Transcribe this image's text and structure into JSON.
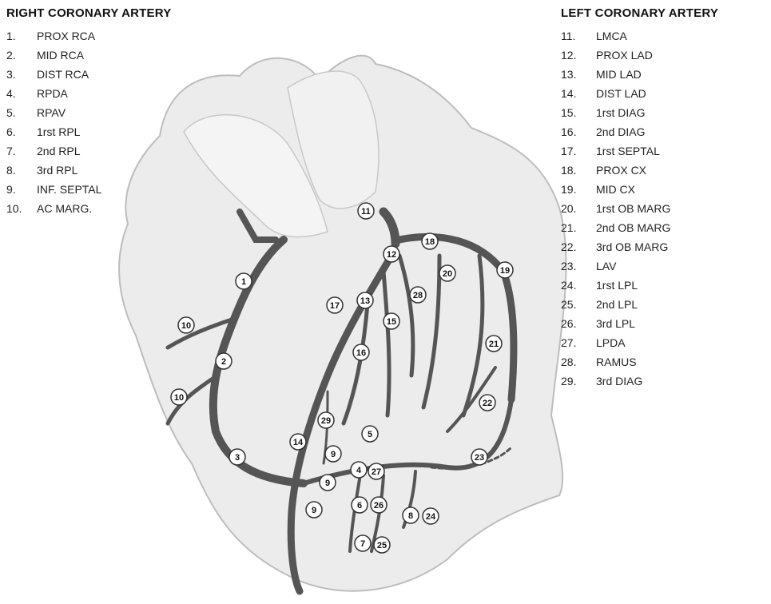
{
  "right_coronary": {
    "title": "RIGHT CORONARY ARTERY",
    "items": [
      {
        "num": "1.",
        "label": "PROX RCA"
      },
      {
        "num": "2.",
        "label": "MID RCA"
      },
      {
        "num": "3.",
        "label": "DIST RCA"
      },
      {
        "num": "4.",
        "label": "RPDA"
      },
      {
        "num": "5.",
        "label": "RPAV"
      },
      {
        "num": "6.",
        "label": "1rst RPL"
      },
      {
        "num": "7.",
        "label": "2nd RPL"
      },
      {
        "num": "8.",
        "label": "3rd RPL"
      },
      {
        "num": "9.",
        "label": "INF. SEPTAL"
      },
      {
        "num": "10.",
        "label": "AC MARG."
      }
    ]
  },
  "left_coronary": {
    "title": "LEFT CORONARY ARTERY",
    "items": [
      {
        "num": "11.",
        "label": "LMCA"
      },
      {
        "num": "12.",
        "label": "PROX LAD"
      },
      {
        "num": "13.",
        "label": "MID LAD"
      },
      {
        "num": "14.",
        "label": "DIST LAD"
      },
      {
        "num": "15.",
        "label": "1rst DIAG"
      },
      {
        "num": "16.",
        "label": "2nd DIAG"
      },
      {
        "num": "17.",
        "label": "1rst SEPTAL"
      },
      {
        "num": "18.",
        "label": "PROX CX"
      },
      {
        "num": "19.",
        "label": "MID CX"
      },
      {
        "num": "20.",
        "label": "1rst OB MARG"
      },
      {
        "num": "21.",
        "label": "2nd OB MARG"
      },
      {
        "num": "22.",
        "label": "3rd OB MARG"
      },
      {
        "num": "23.",
        "label": "LAV"
      },
      {
        "num": "24.",
        "label": "1rst LPL"
      },
      {
        "num": "25.",
        "label": "2nd LPL"
      },
      {
        "num": "26.",
        "label": "3rd LPL"
      },
      {
        "num": "27.",
        "label": "LPDA"
      },
      {
        "num": "28.",
        "label": "RAMUS"
      },
      {
        "num": "29.",
        "label": "3rd DIAG"
      }
    ]
  },
  "segment_markers": [
    "1",
    "2",
    "3",
    "4",
    "5",
    "6",
    "7",
    "8",
    "9",
    "9",
    "9",
    "10",
    "10",
    "11",
    "12",
    "13",
    "14",
    "15",
    "16",
    "17",
    "18",
    "19",
    "20",
    "21",
    "22",
    "23",
    "24",
    "25",
    "26",
    "27",
    "28",
    "29"
  ],
  "colors": {
    "heart_fill": "#ececec",
    "heart_outline": "#bdbdbd",
    "artery": "#555555",
    "marker_fill": "#ffffff",
    "marker_stroke": "#333333"
  }
}
